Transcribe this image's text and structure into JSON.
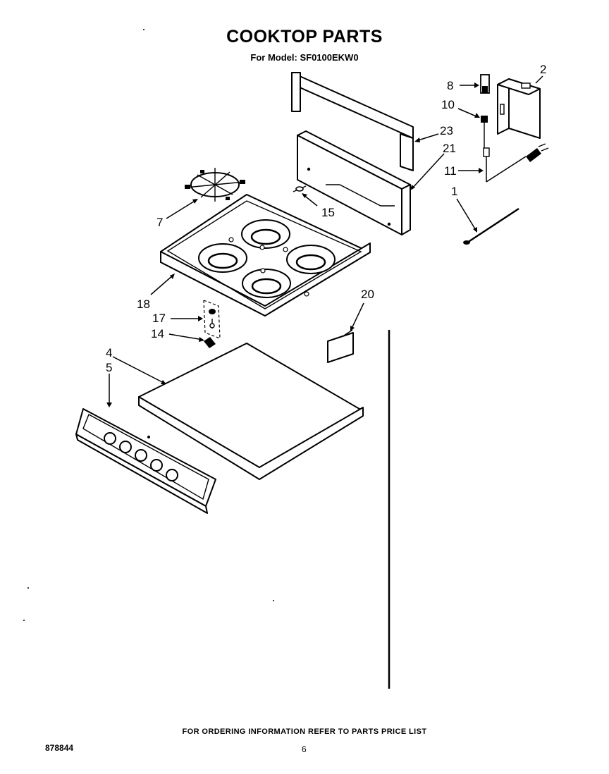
{
  "header": {
    "title": "COOKTOP PARTS",
    "subtitle": "For Model: SF0100EKW0"
  },
  "footer": {
    "ordering_note": "FOR ORDERING INFORMATION REFER TO PARTS PRICE LIST",
    "doc_number": "878844",
    "page_number": "6"
  },
  "callouts": {
    "c1": "1",
    "c2": "2",
    "c4": "4",
    "c5": "5",
    "c7": "7",
    "c8": "8",
    "c10": "10",
    "c11": "11",
    "c14": "14",
    "c15": "15",
    "c17": "17",
    "c18": "18",
    "c20": "20",
    "c21": "21",
    "c23": "23"
  }
}
